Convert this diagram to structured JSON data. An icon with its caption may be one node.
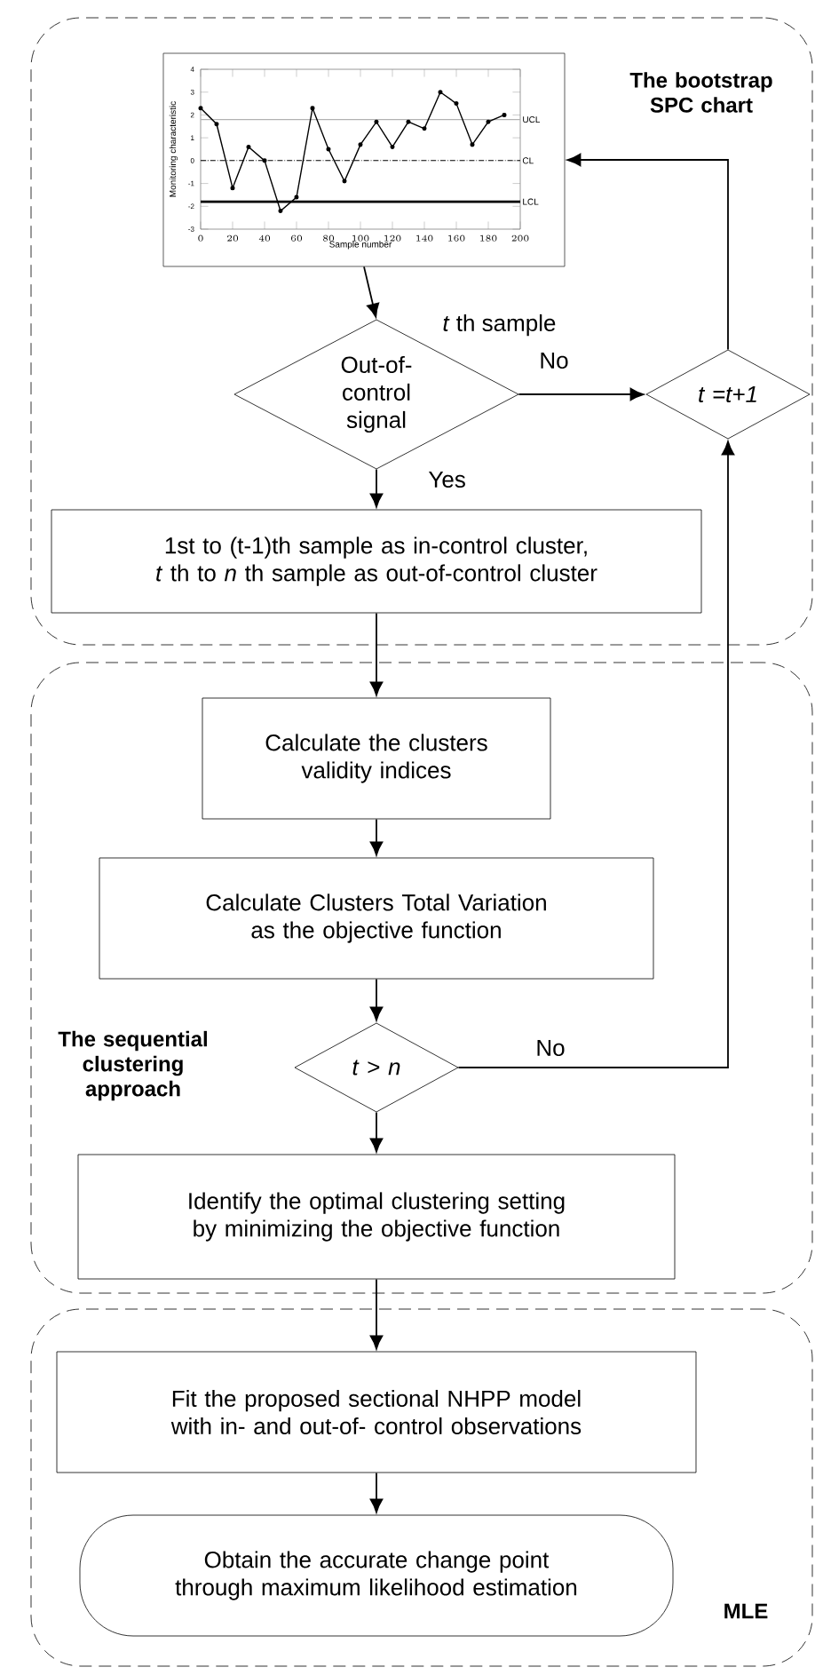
{
  "diagram": {
    "nodes": [
      {
        "text": [
          "The bootstrap SPC chart"
        ]
      },
      {
        "text": [],
        "shape": "picture",
        "in": 0
      },
      {
        "text": [
          "Out-of-control signal"
        ],
        "in": 0
      },
      {
        "text": [
          "t =t+1"
        ],
        "in": 0
      },
      {
        "text": [
          "1st to (t-1)th sample as in-control cluster, *t* th to *n* th sample as out-of-control cluster"
        ],
        "in": 0
      },
      {
        "text": [
          "The sequential clustering approach"
        ]
      },
      {
        "text": [
          "Calculate the clusters validity indices"
        ],
        "in": 5
      },
      {
        "text": [
          "Calculate Clusters Total Variation as the objective function"
        ],
        "in": 5
      },
      {
        "text": [
          "*t* > *n*"
        ],
        "in": 5
      },
      {
        "text": [
          "Identify the optimal clustering setting by minimizing the objective function"
        ],
        "in": 5
      },
      {
        "text": [
          "MLE"
        ]
      },
      {
        "text": [
          "Fit the proposed sectional NHPP model with in- and out-of- control observations"
        ],
        "in": 10
      },
      {
        "text": [
          "Obtain the accurate change point through maximum likelihood estimation"
        ],
        "in": 10
      }
    ],
    "edges": [
      {
        "from": 1,
        "to": 2,
        "arrow": "to",
        "label": "*t* th sample"
      },
      {
        "from": 2,
        "to": 3,
        "arrow": "to",
        "label": "No"
      },
      {
        "from": 3,
        "to": 1,
        "arrow": "to"
      },
      {
        "from": 2,
        "to": 4,
        "arrow": "to",
        "label": "Yes"
      },
      {
        "from": 4,
        "to": 6,
        "arrow": "to"
      },
      {
        "from": 6,
        "to": 7,
        "arrow": "to"
      },
      {
        "from": 7,
        "to": 8,
        "arrow": "to"
      },
      {
        "from": 8,
        "to": 3,
        "arrow": "to",
        "label": "No"
      },
      {
        "from": 8,
        "to": 9,
        "arrow": "to"
      },
      {
        "from": 9,
        "to": 11,
        "arrow": "to"
      },
      {
        "from": 11,
        "to": 12,
        "arrow": "to"
      }
    ],
    "chart_data": {
      "type": "line",
      "xlabel": "Sample number",
      "ylabel": "Monitoring characteristic",
      "x": [
        0,
        10,
        20,
        30,
        40,
        50,
        60,
        70,
        80,
        90,
        100,
        110,
        120,
        130,
        140,
        150,
        160,
        170,
        180,
        190
      ],
      "series": [
        {
          "values": [
            2.3,
            1.6,
            -1.2,
            0.6,
            0,
            -2.2,
            -1.6,
            2.3,
            0.5,
            -0.9,
            0.7,
            1.7,
            0.6,
            1.7,
            1.4,
            3,
            2.5,
            0.7,
            1.7,
            2
          ],
          "marker": "circle"
        }
      ],
      "xlim": [
        0,
        200
      ],
      "ylim": [
        -3,
        4
      ],
      "xticks": [
        0,
        20,
        40,
        60,
        80,
        100,
        120,
        140,
        160,
        180,
        200
      ],
      "yticks": [
        -3,
        -2,
        -1,
        0,
        1,
        2,
        3,
        4
      ],
      "ref_lines": [
        {
          "axis": "y",
          "value": 1.8,
          "label": "UCL"
        },
        {
          "axis": "y",
          "value": 0,
          "label": "CL"
        },
        {
          "axis": "y",
          "value": -1.8,
          "label": "LCL"
        }
      ]
    }
  }
}
